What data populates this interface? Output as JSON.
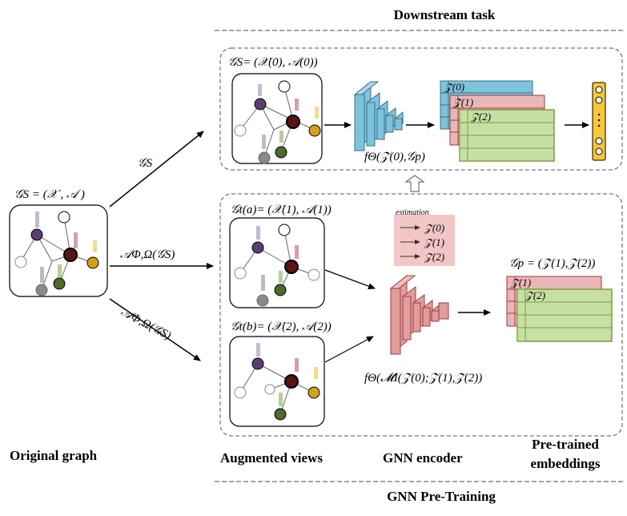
{
  "labels": {
    "downstream_task": "Downstream task",
    "gnn_pretraining": "GNN Pre-Training",
    "original_graph": "Original graph",
    "augmented_views": "Augmented views",
    "gnn_encoder": "GNN encoder",
    "pretrained_embeddings_line1": "Pre-trained",
    "pretrained_embeddings_line2": "embeddings",
    "estimation": "estimation"
  },
  "formulas": {
    "original_graph": "𝒢S = (𝒳 , 𝒜 )",
    "downstream_graph": "𝒢S= (𝒳(0), 𝒜(0))",
    "view_a": "𝒢t(a)= (𝒳(1), 𝒜(1))",
    "view_b": "𝒢t(b)= (𝒳(2), 𝒜(2))",
    "arrow_gs": "𝒢S",
    "arrow_aug_1": "𝒜Φ,Ω(𝒢S)",
    "arrow_aug_2": "𝒜Φ,Ω(𝒢S)",
    "downstream_encoder": "fΘ(𝒵(0),𝒢p)",
    "pretrain_encoder": "fΘ(𝓜I(𝒵(0);𝒵(1),𝒵(2))",
    "pretrained_gp": "𝒢p = (𝒵(1),𝒵(2))",
    "z0": "𝒵(0)",
    "z1": "𝒵(1)",
    "z2": "𝒵(2)"
  },
  "colors": {
    "blue": "#7dc3dc",
    "red": "#c55f5f",
    "green": "#c6e0a3",
    "green_border": "#7f9a3e",
    "yellow": "#f7c737",
    "node_purple": "#5a3f73",
    "node_darkred": "#5a1414",
    "node_olive": "#4f6a2a",
    "node_gold": "#d4a017",
    "node_gray": "#8a8a8a",
    "estimation_bg": "#f2c6c6"
  }
}
